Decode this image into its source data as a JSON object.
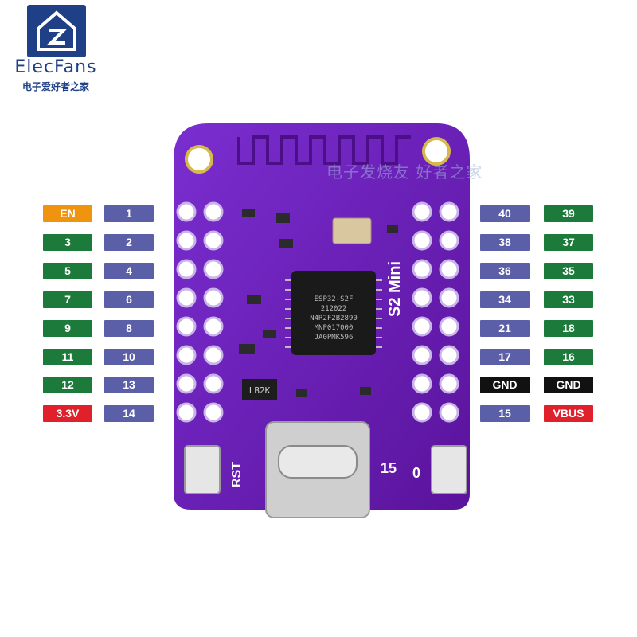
{
  "logo": {
    "brand": "ElecFans",
    "subtitle": "电子爱好者之家"
  },
  "watermark": "电子发烧友 好者之家",
  "board": {
    "silk_model": "S2 Mini",
    "chip": [
      "ESP32-S2F",
      "212022",
      "N4R2F2B2890",
      "MNP017000",
      "JA0PMK596"
    ],
    "inductor": "LB2K",
    "rst": "RST",
    "label_15": "15",
    "label_0": "0"
  },
  "colors": {
    "board": "#6a1fb0",
    "gpio": "#1c7a3a",
    "index": "#5b5fa8",
    "en": "#f0930e",
    "power": "#e0202a",
    "gnd": "#111111"
  },
  "left_pins": [
    {
      "outer": "EN",
      "outer_type": "en",
      "inner": "1"
    },
    {
      "outer": "3",
      "outer_type": "gpio",
      "inner": "2"
    },
    {
      "outer": "5",
      "outer_type": "gpio",
      "inner": "4"
    },
    {
      "outer": "7",
      "outer_type": "gpio",
      "inner": "6"
    },
    {
      "outer": "9",
      "outer_type": "gpio",
      "inner": "8"
    },
    {
      "outer": "11",
      "outer_type": "gpio",
      "inner": "10"
    },
    {
      "outer": "12",
      "outer_type": "gpio",
      "inner": "13"
    },
    {
      "outer": "3.3V",
      "outer_type": "power",
      "inner": "14"
    }
  ],
  "right_pins": [
    {
      "inner": "40",
      "inner_type": "index",
      "outer": "39",
      "outer_type": "gpio"
    },
    {
      "inner": "38",
      "inner_type": "index",
      "outer": "37",
      "outer_type": "gpio"
    },
    {
      "inner": "36",
      "inner_type": "index",
      "outer": "35",
      "outer_type": "gpio"
    },
    {
      "inner": "34",
      "inner_type": "index",
      "outer": "33",
      "outer_type": "gpio"
    },
    {
      "inner": "21",
      "inner_type": "index",
      "outer": "18",
      "outer_type": "gpio"
    },
    {
      "inner": "17",
      "inner_type": "index",
      "outer": "16",
      "outer_type": "gpio"
    },
    {
      "inner": "GND",
      "inner_type": "gnd",
      "outer": "GND",
      "outer_type": "gnd"
    },
    {
      "inner": "15",
      "inner_type": "index",
      "outer": "VBUS",
      "outer_type": "power"
    }
  ]
}
